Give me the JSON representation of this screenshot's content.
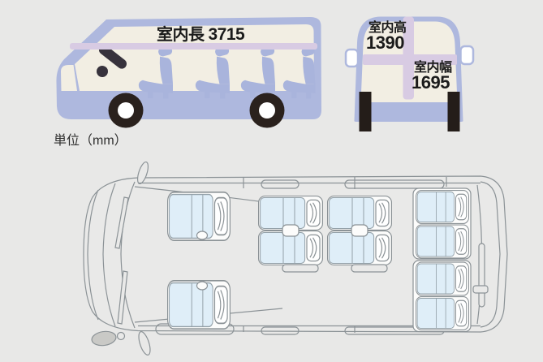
{
  "page": {
    "background_color": "#e8e8e7",
    "unit_note": "単位（mm）"
  },
  "dimensions": {
    "interior_length": {
      "label": "室内長",
      "value": "3715"
    },
    "interior_height": {
      "label": "室内高",
      "value": "1390"
    },
    "interior_width": {
      "label": "室内幅",
      "value": "1695"
    }
  },
  "palette": {
    "vehicle_body": "#aeb8de",
    "vehicle_interior": "#f2eee3",
    "dimension_bar": "#d8cbe3",
    "seat_side_silhouette": "#a9b4dc",
    "seat_cushion_plan": "#dfeef8",
    "plan_outline": "#8b9296",
    "tire": "#2a211d",
    "text": "#1b1b1b"
  },
  "floor_plan": {
    "seat_rows": [
      {
        "row": "front",
        "seats": 2
      },
      {
        "row": "second",
        "seats": 2
      },
      {
        "row": "third",
        "seats": 2
      },
      {
        "row": "rear",
        "seats": 4
      }
    ],
    "total_seats": 10
  }
}
